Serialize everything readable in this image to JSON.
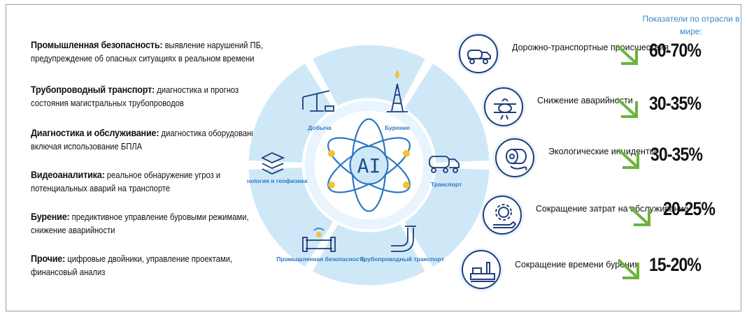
{
  "left_items": [
    {
      "head": "Промышленная безопасность:",
      "text": " выявление нарушений ПБ, предупреждение об опасных ситуациях в реальном времени"
    },
    {
      "head": "Трубопроводный транспорт:",
      "text": " диагностика и прогноз состояния магистральных трубопроводов"
    },
    {
      "head": "Диагностика и обслуживание:",
      "text": " диагностика оборудования, включая использование БПЛА"
    },
    {
      "head": "Видеоаналитика:",
      "text": " реальное обнаружение угроз и потенциальных аварий на транспорте"
    },
    {
      "head": "Бурение:",
      "text": " предиктивное управление буровыми режимами, снижение аварийности"
    },
    {
      "head": "Прочие:",
      "text": " цифровые двойники, управление проектами, финансовый анализ"
    }
  ],
  "wheel": {
    "center": "AI",
    "segments": [
      "Добыча",
      "Бурение",
      "Транспорт",
      "Трубопроводный транспорт",
      "Промышленная безопасность",
      "Геология и геофизика"
    ],
    "colors": {
      "outer": "#cfe8f8",
      "ring": "#e9f4fc",
      "center_line": "#2b79c2",
      "accent": "#f2c230"
    }
  },
  "indicators": {
    "header": "Показатели по отрасли в мире:",
    "rows": [
      {
        "label": "Дорожно-транспортные происшествия",
        "value": "60-70%",
        "icon": "fuel-truck-icon"
      },
      {
        "label": "Снижение аварийности",
        "value": "30-35%",
        "icon": "pipe-leak-icon"
      },
      {
        "label": "Экологические инциденты",
        "value": "30-35%",
        "icon": "oil-barrel-spill-icon"
      },
      {
        "label": "Сокращение  затрат на обслуживание",
        "value": "20-25%",
        "icon": "gear-wrench-icon"
      },
      {
        "label": "Сокращение времени бурения",
        "value": "15-20%",
        "icon": "drilling-rig-icon"
      }
    ],
    "arrow_color": "#6db33f",
    "icon_color": "#1f3d7a"
  }
}
